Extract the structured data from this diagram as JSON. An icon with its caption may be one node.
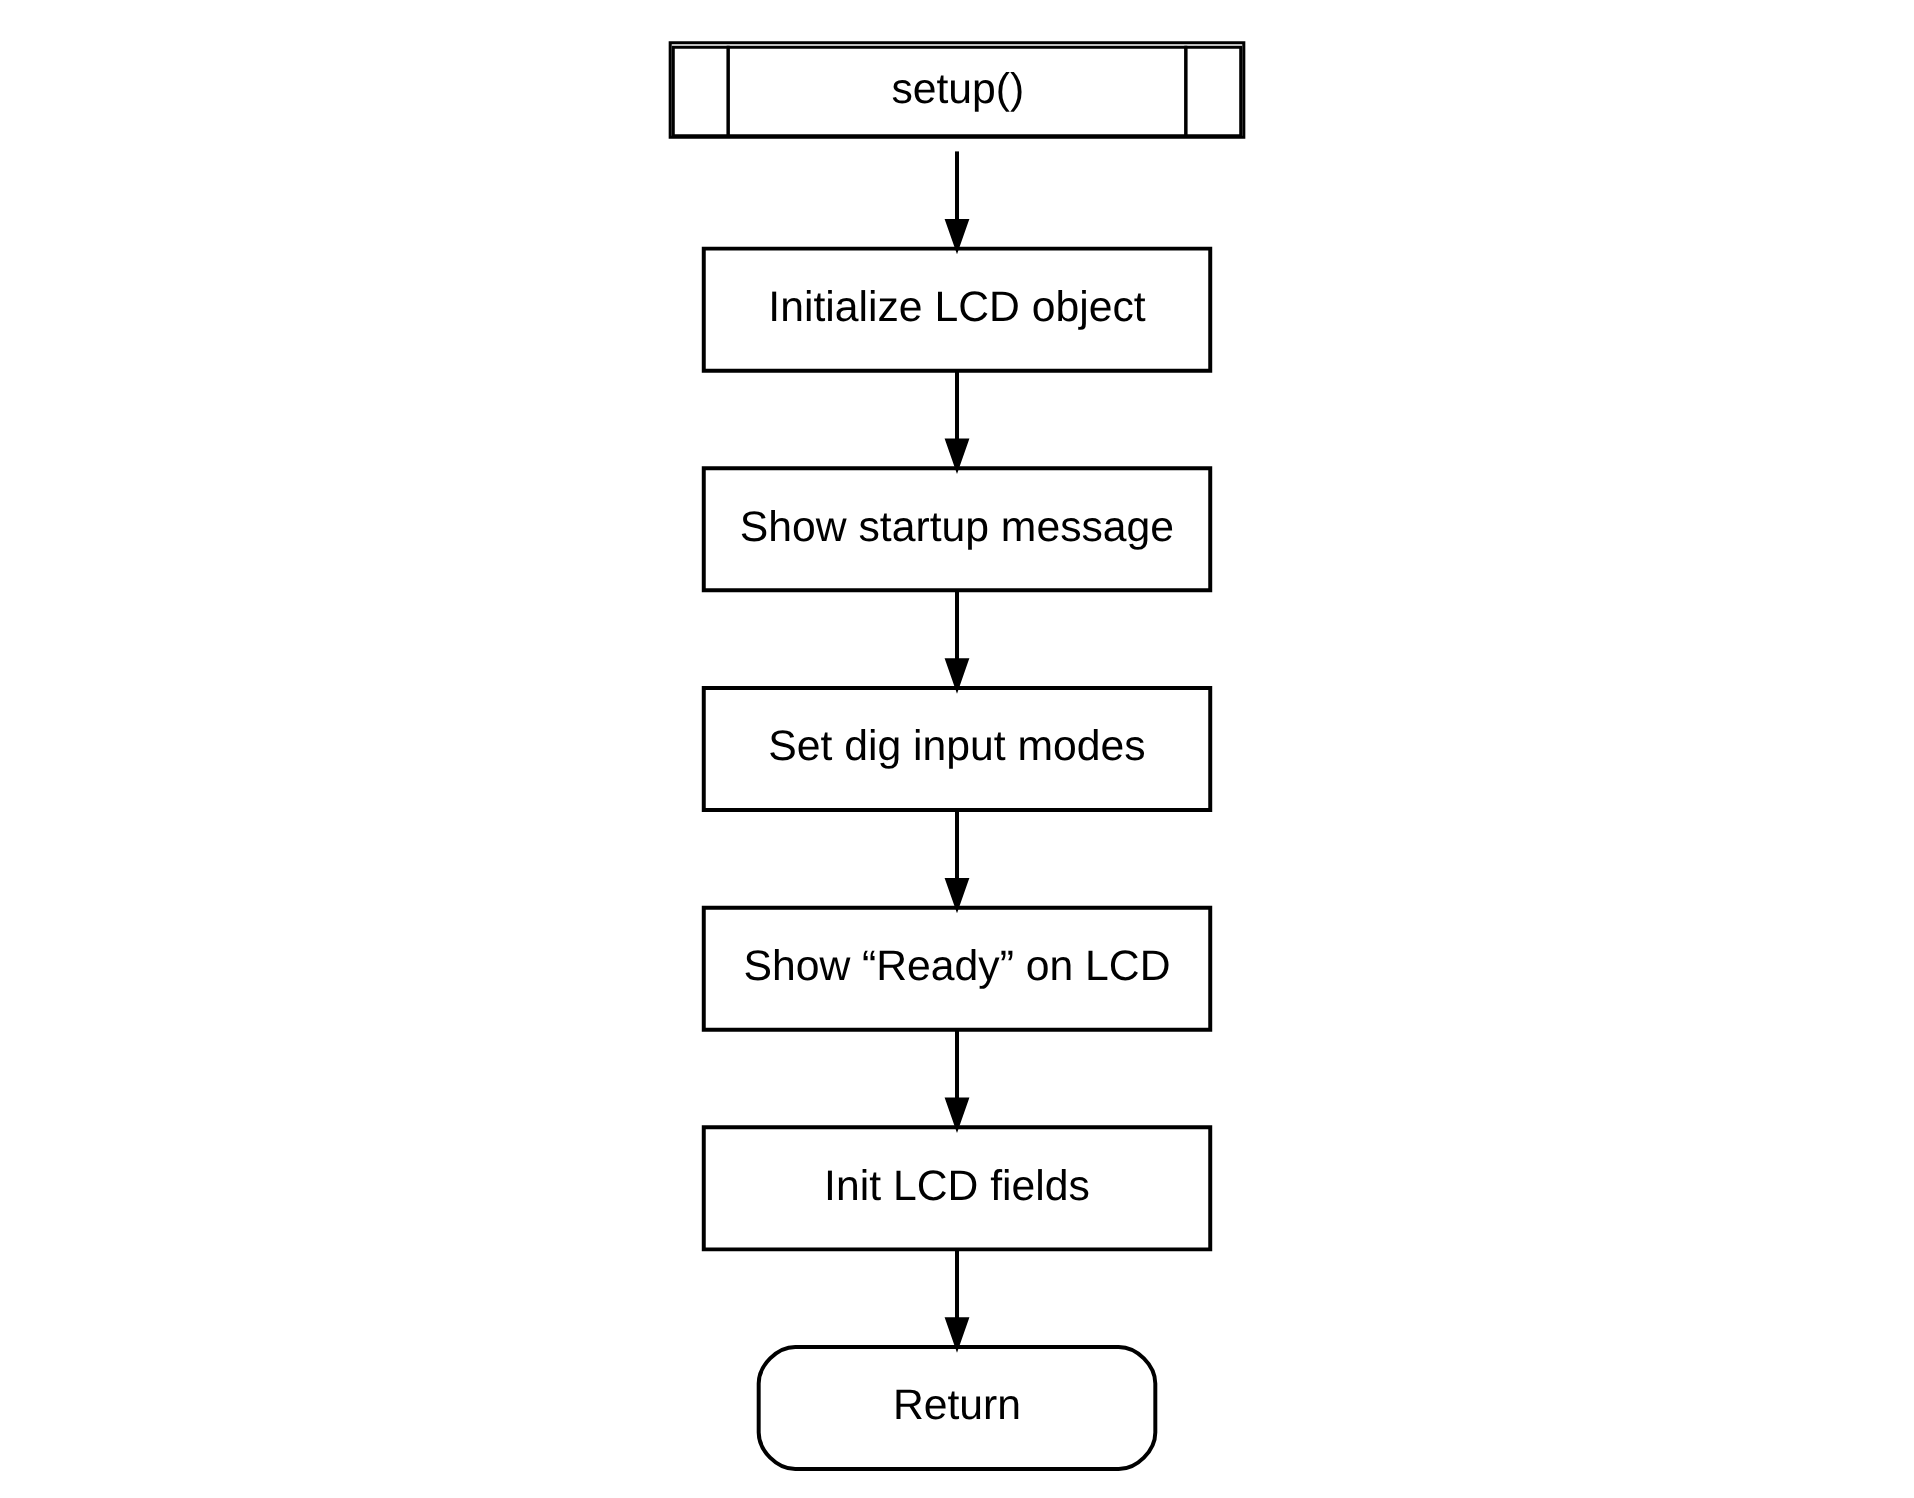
{
  "diagram": {
    "nodes": [
      {
        "text": [
          "setup()"
        ]
      },
      {
        "text": [
          "Initialize LCD object"
        ]
      },
      {
        "text": [
          "Show startup message"
        ]
      },
      {
        "text": [
          "Set dig input modes"
        ]
      },
      {
        "text": [
          "Show “Ready” on LCD"
        ]
      },
      {
        "text": [
          "Init LCD fields"
        ]
      },
      {
        "text": [
          "Return"
        ]
      }
    ],
    "edges": [
      {
        "from": 0,
        "to": 1,
        "arrow": "to"
      },
      {
        "from": 1,
        "to": 2,
        "arrow": "to"
      },
      {
        "from": 2,
        "to": 3,
        "arrow": "to"
      },
      {
        "from": 3,
        "to": 4,
        "arrow": "to"
      },
      {
        "from": 4,
        "to": 5,
        "arrow": "to"
      },
      {
        "from": 5,
        "to": 6,
        "arrow": "to"
      }
    ]
  }
}
